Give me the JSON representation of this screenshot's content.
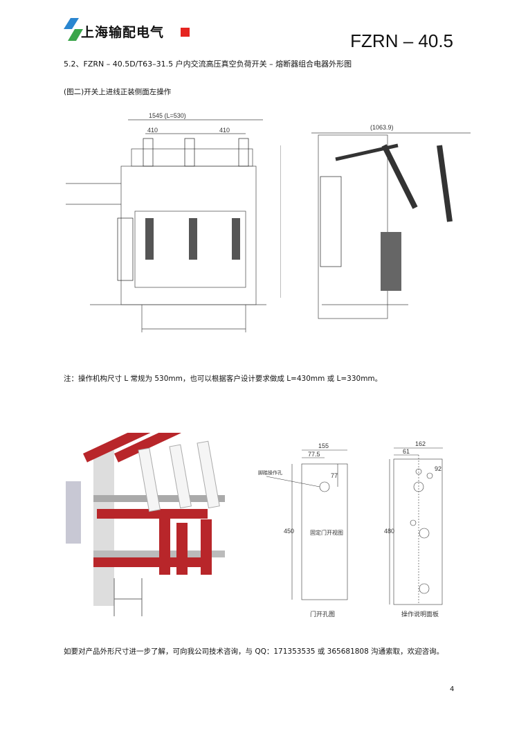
{
  "header": {
    "company": "上海输配电气",
    "model": "FZRN – 40.5"
  },
  "section_title": "5.2、FZRN  – 40.5D/T63–31.5 户内交流高压真空负荷开关 – 熔断器组合电器外形图",
  "figure_caption": "(图二)开关上进线正装侧面左操作",
  "drawing1": {
    "dims": [
      "1545 (L=530)",
      "410",
      "410",
      "(1063.9)"
    ]
  },
  "note": "注：操作机构尺寸 L 常规为 530mm，也可以根据客户设计要求做成 L=430mm 或 L=330mm。",
  "door_drawing": {
    "width": "155",
    "half": "77.5",
    "offset": "77",
    "height": "450",
    "hole_label": "脚踏操作孔",
    "center_label": "固定门开视图",
    "title": "门开孔图"
  },
  "panel_drawing": {
    "width": "162",
    "offset": "61",
    "top": "92",
    "height": "480",
    "title": "操作说明面板"
  },
  "contact": "如要对产品外形尺寸进一步了解，可向我公司技术咨询，与 QQ：171353535 或 365681808 沟通索取，欢迎咨询。",
  "page_number": "4",
  "colors": {
    "logo_blue": "#2a86d0",
    "logo_green": "#3aa54a",
    "logo_red": "#e52420",
    "insulator_red": "#b8262a"
  }
}
